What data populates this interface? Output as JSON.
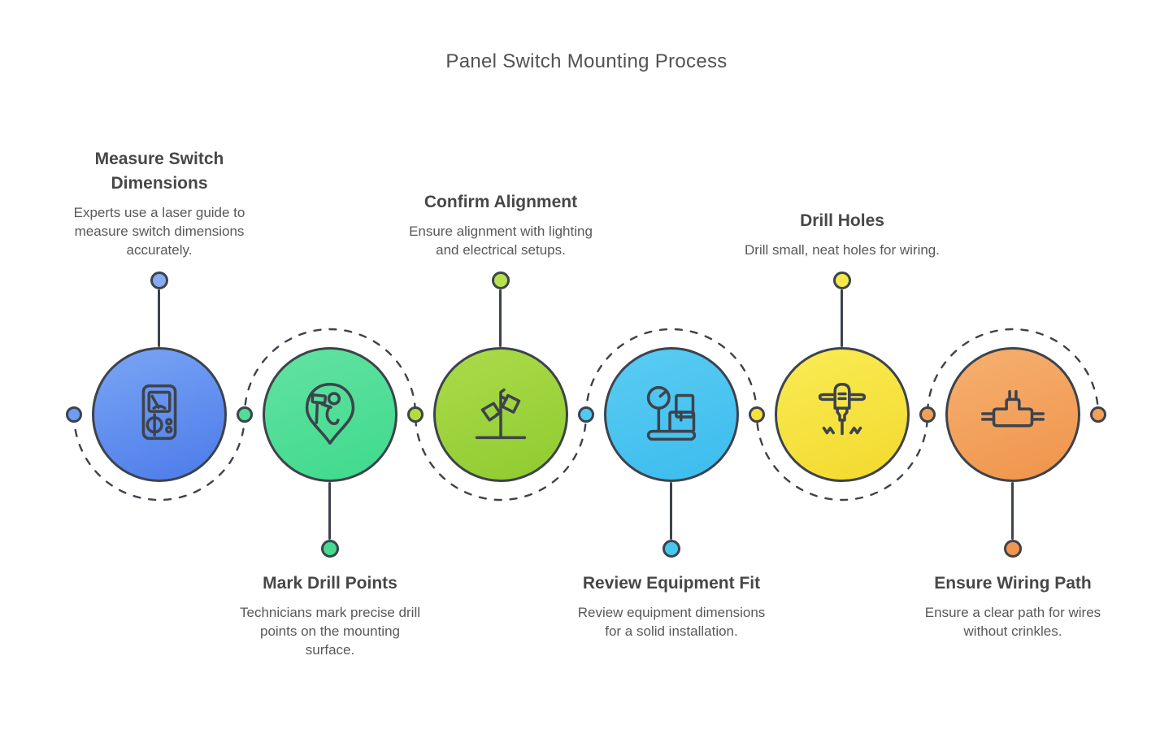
{
  "title": "Panel Switch Mounting Process",
  "theme": {
    "background": "#ffffff",
    "stroke": "#3d434c",
    "title_color": "#525252",
    "heading_color": "#474747",
    "body_color": "#585858"
  },
  "steps": [
    {
      "id": 1,
      "label_position": "top",
      "title": "Measure Switch Dimensions",
      "description": "Experts use a laser guide to measure switch dimensions accurately.",
      "icon": "multimeter-icon",
      "gradient_top": "#7aa5f5",
      "gradient_bottom": "#4b7be9",
      "connector_dot": "#85abf5"
    },
    {
      "id": 2,
      "label_position": "bottom",
      "title": "Mark Drill Points",
      "description": "Technicians mark precise drill points on the mounting surface.",
      "icon": "pin-worker-icon",
      "gradient_top": "#63e2a2",
      "gradient_bottom": "#3eda8c",
      "connector_dot": "#44db8f"
    },
    {
      "id": 3,
      "label_position": "top",
      "title": "Confirm Alignment",
      "description": "Ensure alignment with lighting and electrical setups.",
      "icon": "street-lamp-icon",
      "gradient_top": "#abdb4a",
      "gradient_bottom": "#8fcb30",
      "connector_dot": "#b8e14f"
    },
    {
      "id": 4,
      "label_position": "bottom",
      "title": "Review Equipment Fit",
      "description": "Review equipment dimensions for a solid installation.",
      "icon": "scale-boxes-icon",
      "gradient_top": "#5accf2",
      "gradient_bottom": "#3cbcee",
      "connector_dot": "#47c6f0"
    },
    {
      "id": 5,
      "label_position": "top",
      "title": "Drill Holes",
      "description": "Drill small, neat holes for wiring.",
      "icon": "jackhammer-icon",
      "gradient_top": "#f9ec55",
      "gradient_bottom": "#f3d92d",
      "connector_dot": "#f8e84a"
    },
    {
      "id": 6,
      "label_position": "bottom",
      "title": "Ensure Wiring Path",
      "description": "Ensure a clear path for wires without crinkles.",
      "icon": "wiring-connector-icon",
      "gradient_top": "#f6b070",
      "gradient_bottom": "#ef944a",
      "connector_dot": "#f0964e"
    }
  ],
  "path_dots": [
    {
      "position": "left-edge",
      "color": "#6f9cf2"
    },
    {
      "position": "between-1-2",
      "color": "#50dd96"
    },
    {
      "position": "between-2-3",
      "color": "#b3dc41"
    },
    {
      "position": "between-3-4",
      "color": "#52c9f1"
    },
    {
      "position": "between-4-5",
      "color": "#f6e23c"
    },
    {
      "position": "between-5-6",
      "color": "#f2a159"
    },
    {
      "position": "right-edge",
      "color": "#f2a159"
    }
  ]
}
